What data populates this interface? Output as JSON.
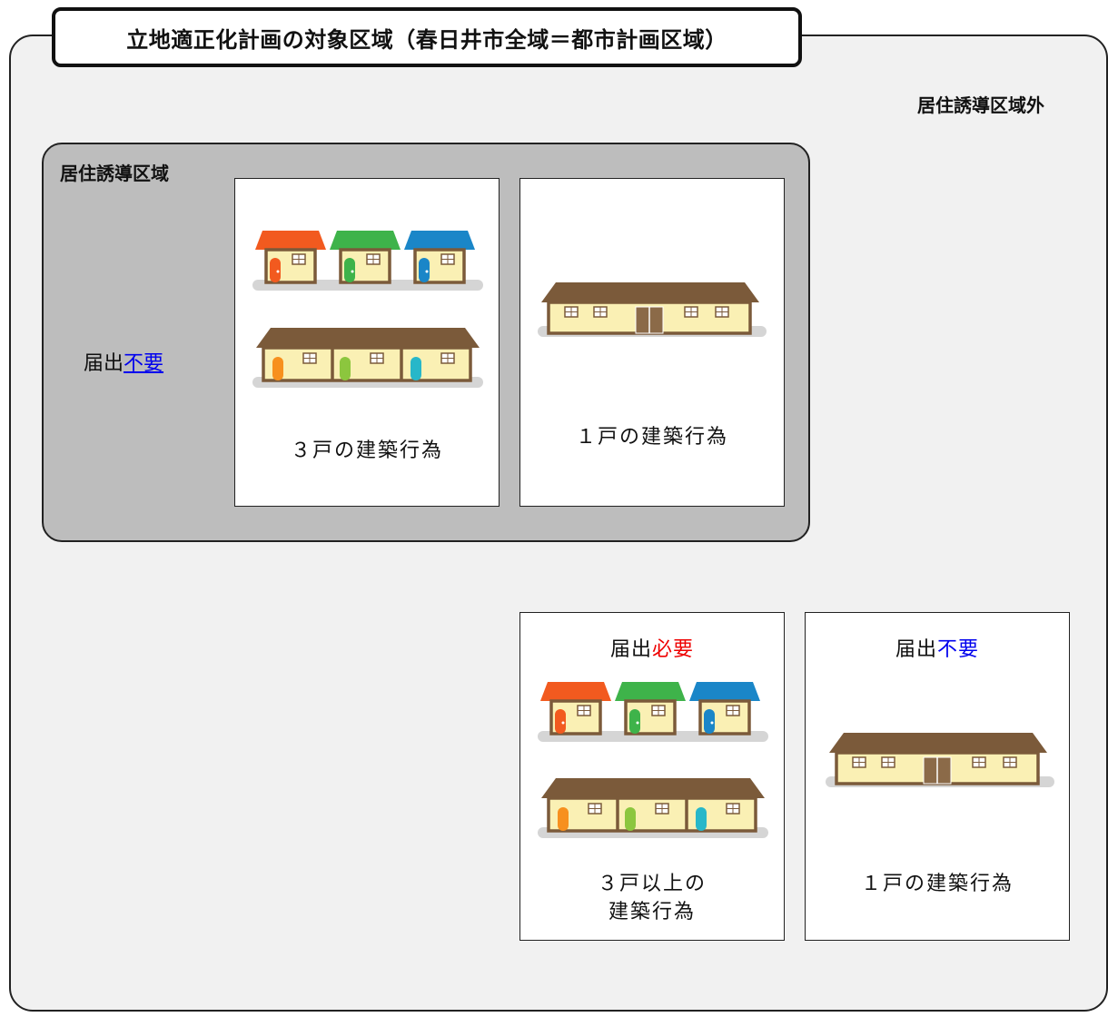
{
  "title": "立地適正化計画の対象区域（春日井市全域＝都市計画区域）",
  "outside_area_label": "居住誘導区域外",
  "inside_area_label": "居住誘導区域",
  "inside": {
    "notice_prefix": "届出",
    "notice_keyword": "不要",
    "cards": [
      {
        "caption": "３戸の建築行為"
      },
      {
        "caption": "１戸の建築行為"
      }
    ]
  },
  "outside": {
    "cards": [
      {
        "notice_prefix": "届出",
        "notice_keyword": "必要",
        "caption_line1": "３戸以上の",
        "caption_line2": "建築行為"
      },
      {
        "notice_prefix": "届出",
        "notice_keyword": "不要",
        "caption": "１戸の建築行為"
      }
    ]
  },
  "colors": {
    "required": "#ee0000",
    "not_required": "#0000ee",
    "roof_orange": "#f25a1f",
    "roof_green": "#3eb34a",
    "roof_blue": "#1a86c8",
    "roof_brown": "#7b5a3a",
    "wall": "#faf0b4"
  },
  "icons": [
    "three-detached-houses-icon",
    "row-house-icon",
    "single-large-house-icon"
  ]
}
